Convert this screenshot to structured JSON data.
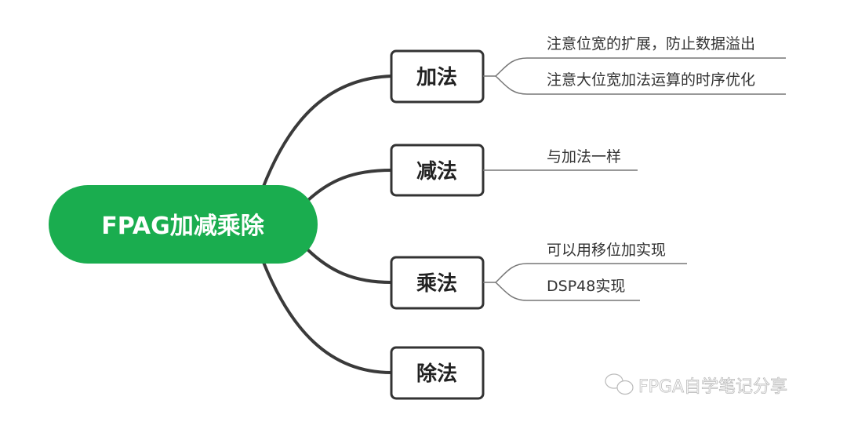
{
  "root": {
    "label": "FPAG加减乘除",
    "color": "#1aad4f"
  },
  "branches": [
    {
      "label": "加法",
      "leaves": [
        "注意位宽的扩展，防止数据溢出",
        "注意大位宽加法运算的时序优化"
      ]
    },
    {
      "label": "减法",
      "leaves": [
        "与加法一样"
      ]
    },
    {
      "label": "乘法",
      "leaves": [
        "可以用移位加实现",
        "DSP48实现"
      ]
    },
    {
      "label": "除法",
      "leaves": []
    }
  ],
  "watermark": {
    "text": "FPGA自学笔记分享",
    "icon": "wechat-icon"
  }
}
